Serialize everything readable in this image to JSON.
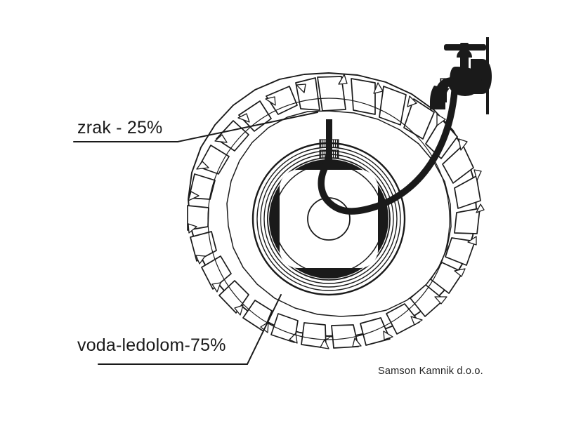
{
  "figure": {
    "title": "Tractor tire ballast fill cross-section",
    "subject": "tractor-tire-water-ballast",
    "background_color": "#ffffff",
    "line_color": "#1a1a1a",
    "fill_black": "#1a1a1a"
  },
  "labels": {
    "air": {
      "text": "zrak - 25%",
      "leader": "horizontal-then-diagonal-up-right"
    },
    "water": {
      "text": "voda-ledolom-75%",
      "leader": "horizontal-then-diagonal-up-right"
    }
  },
  "credit": {
    "text": "Samson Kamnik d.o.o."
  },
  "components": {
    "tire": "tire-outer-tread",
    "lugs": "tread-lug-blocks",
    "rim": "wheel-rim-rings",
    "hub": "wheel-hub-center",
    "valve": "tire-valve-stem",
    "hose": "filling-hose",
    "faucet": "wall-faucet-tap",
    "wall": "wall-line",
    "water_fill": "water-wave-hatch",
    "air_space": "air-gap-above-waterline"
  },
  "chart_data": {
    "type": "pie",
    "title": "Tire ballast fill ratio",
    "categories": [
      "zrak - 25%",
      "voda-ledolom-75%"
    ],
    "values": [
      25,
      75
    ],
    "unit": "%",
    "legend": "inline-leader-labels"
  }
}
